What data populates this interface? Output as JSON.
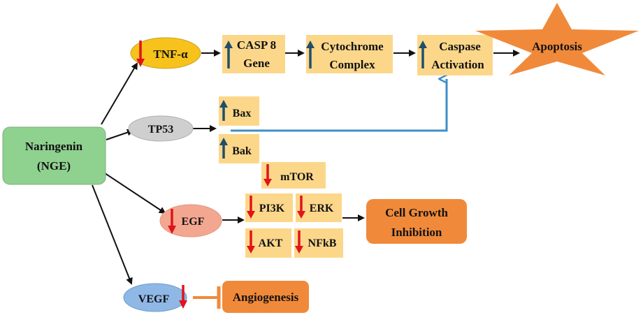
{
  "nodes": {
    "naringenin": {
      "line1": "Naringenin",
      "line2": "(NGE)"
    },
    "tnf": {
      "label": "TNF-α"
    },
    "tp53": {
      "label": "TP53"
    },
    "egf": {
      "label": "EGF"
    },
    "vegf": {
      "label": "VEGF"
    },
    "casp8": {
      "line1": "CASP 8",
      "line2": "Gene"
    },
    "cytochrome": {
      "line1": "Cytochrome",
      "line2": "Complex"
    },
    "caspase": {
      "line1": "Caspase",
      "line2": "Activation"
    },
    "apoptosis": {
      "label": "Apoptosis"
    },
    "bax": {
      "label": "Bax"
    },
    "bak": {
      "label": "Bak"
    },
    "mtor": {
      "label": "mTOR"
    },
    "pi3k": {
      "label": "PI3K"
    },
    "erk": {
      "label": "ERK"
    },
    "akt": {
      "label": "AKT"
    },
    "nfkb": {
      "label": "NFkB"
    },
    "cell_growth": {
      "line1": "Cell Growth",
      "line2": "Inhibition"
    },
    "angiogenesis": {
      "label": "Angiogenesis"
    }
  },
  "colors": {
    "naringenin_fill": "#8fd18f",
    "tnf_fill": "#f7c21b",
    "tp53_fill": "#cfcfcf",
    "egf_fill": "#f4a790",
    "vegf_fill": "#8fb8e6",
    "box_fill": "#fcd78a",
    "orange_fill": "#f08a3a",
    "up_arrow": "#1f4f6b",
    "down_arrow": "#e0141a",
    "blue_line": "#3f8fc6",
    "inhibit_line": "#f08a3a"
  }
}
